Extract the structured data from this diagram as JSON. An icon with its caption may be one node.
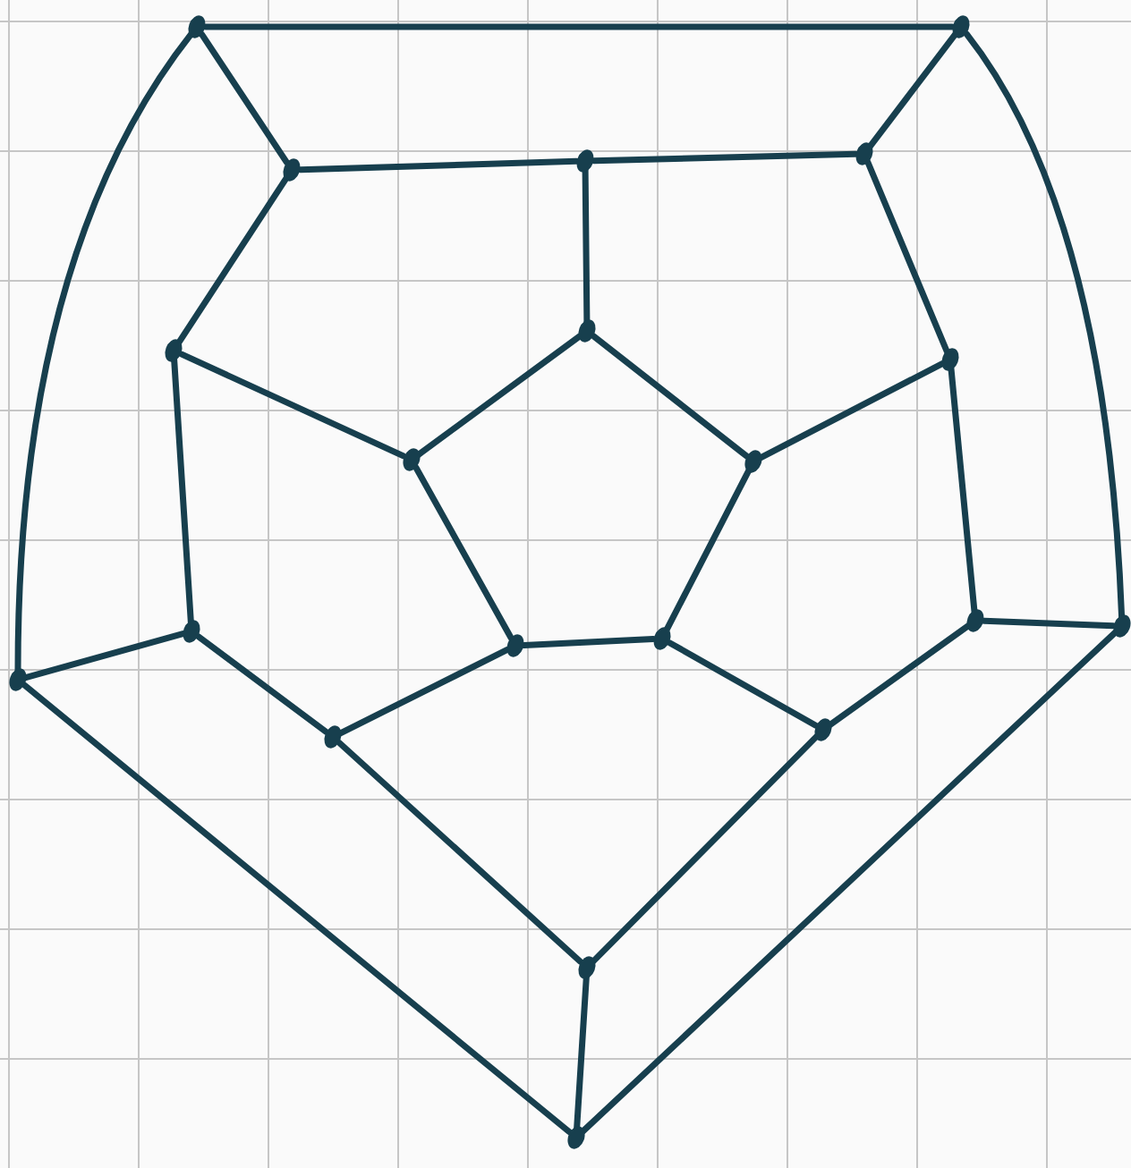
{
  "diagram": {
    "nodes": [
      {
        "text": [],
        "shape": "circle"
      },
      {
        "text": [],
        "shape": "circle"
      },
      {
        "text": [],
        "shape": "circle"
      },
      {
        "text": [],
        "shape": "circle"
      },
      {
        "text": [],
        "shape": "circle"
      },
      {
        "text": [],
        "shape": "circle"
      },
      {
        "text": [],
        "shape": "circle"
      },
      {
        "text": [],
        "shape": "circle"
      },
      {
        "text": [],
        "shape": "circle"
      },
      {
        "text": [],
        "shape": "circle"
      },
      {
        "text": [],
        "shape": "circle"
      },
      {
        "text": [],
        "shape": "circle"
      },
      {
        "text": [],
        "shape": "circle"
      },
      {
        "text": [],
        "shape": "circle"
      },
      {
        "text": [],
        "shape": "circle"
      },
      {
        "text": [],
        "shape": "circle"
      },
      {
        "text": [],
        "shape": "circle"
      },
      {
        "text": [],
        "shape": "circle"
      },
      {
        "text": [],
        "shape": "circle"
      },
      {
        "text": [],
        "shape": "circle"
      }
    ],
    "edges": [
      {
        "from": 0,
        "to": 1,
        "arrow": "none"
      },
      {
        "from": 0,
        "to": 2,
        "arrow": "none"
      },
      {
        "from": 0,
        "to": 10,
        "arrow": "none"
      },
      {
        "from": 1,
        "to": 4,
        "arrow": "none"
      },
      {
        "from": 1,
        "to": 14,
        "arrow": "none"
      },
      {
        "from": 2,
        "to": 3,
        "arrow": "none"
      },
      {
        "from": 3,
        "to": 4,
        "arrow": "none"
      },
      {
        "from": 2,
        "to": 5,
        "arrow": "none"
      },
      {
        "from": 3,
        "to": 6,
        "arrow": "none"
      },
      {
        "from": 4,
        "to": 7,
        "arrow": "none"
      },
      {
        "from": 5,
        "to": 8,
        "arrow": "none"
      },
      {
        "from": 5,
        "to": 11,
        "arrow": "none"
      },
      {
        "from": 6,
        "to": 8,
        "arrow": "none"
      },
      {
        "from": 6,
        "to": 9,
        "arrow": "none"
      },
      {
        "from": 7,
        "to": 9,
        "arrow": "none"
      },
      {
        "from": 7,
        "to": 15,
        "arrow": "none"
      },
      {
        "from": 8,
        "to": 12,
        "arrow": "none"
      },
      {
        "from": 9,
        "to": 13,
        "arrow": "none"
      },
      {
        "from": 12,
        "to": 13,
        "arrow": "none"
      },
      {
        "from": 10,
        "to": 11,
        "arrow": "none"
      },
      {
        "from": 10,
        "to": 19,
        "arrow": "none"
      },
      {
        "from": 11,
        "to": 16,
        "arrow": "none"
      },
      {
        "from": 12,
        "to": 16,
        "arrow": "none"
      },
      {
        "from": 13,
        "to": 17,
        "arrow": "none"
      },
      {
        "from": 14,
        "to": 15,
        "arrow": "none"
      },
      {
        "from": 14,
        "to": 19,
        "arrow": "none"
      },
      {
        "from": 15,
        "to": 17,
        "arrow": "none"
      },
      {
        "from": 16,
        "to": 18,
        "arrow": "none"
      },
      {
        "from": 17,
        "to": 18,
        "arrow": "none"
      },
      {
        "from": 18,
        "to": 19,
        "arrow": "none"
      }
    ]
  }
}
